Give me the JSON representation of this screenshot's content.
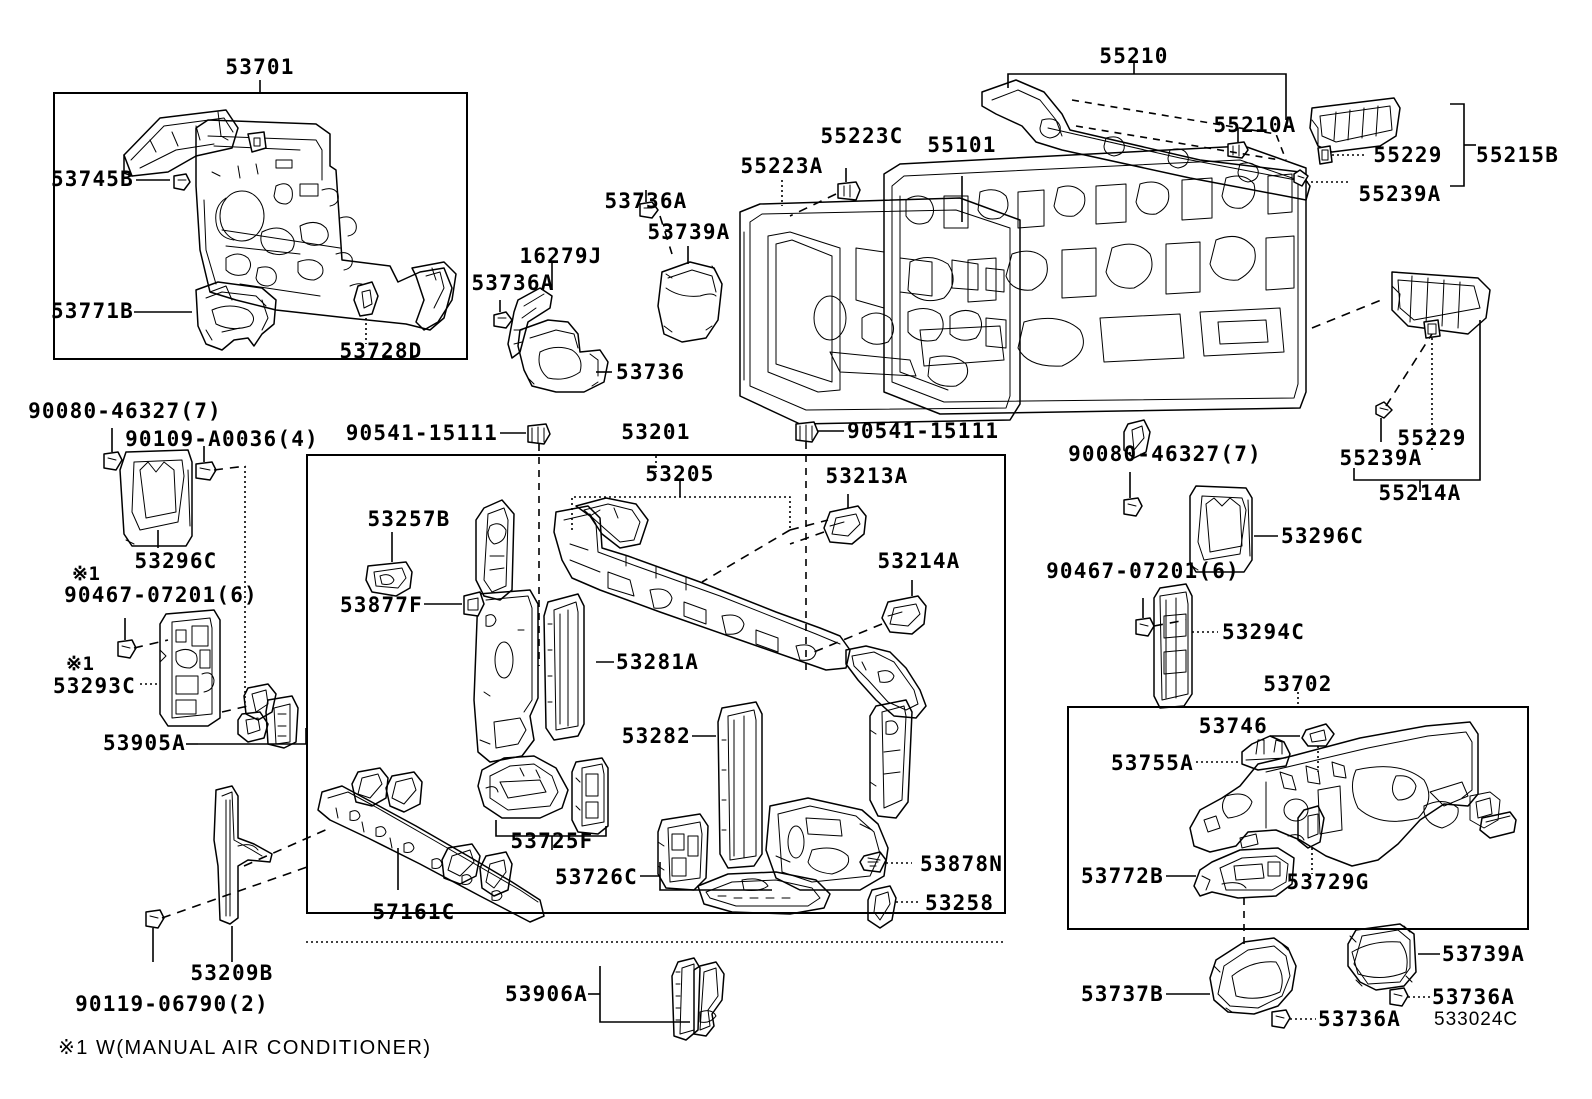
{
  "diagram": {
    "footer_code": "533024C",
    "footnote": "※1 W(MANUAL AIR CONDITIONER)",
    "boxes": {
      "apron_lh": "53701",
      "radiator_support": "53201",
      "apron_rh": "53702"
    },
    "labels": [
      {
        "id": "l01",
        "text": "53701"
      },
      {
        "id": "l02",
        "text": "53745B"
      },
      {
        "id": "l03",
        "text": "53771B"
      },
      {
        "id": "l04",
        "text": "53728D"
      },
      {
        "id": "l05",
        "text": "53736A"
      },
      {
        "id": "l06",
        "text": "16279J"
      },
      {
        "id": "l07",
        "text": "53736A"
      },
      {
        "id": "l08",
        "text": "53739A"
      },
      {
        "id": "l09",
        "text": "53736"
      },
      {
        "id": "l10",
        "text": "55223A"
      },
      {
        "id": "l11",
        "text": "55223C"
      },
      {
        "id": "l12",
        "text": "55101"
      },
      {
        "id": "l13",
        "text": "55210"
      },
      {
        "id": "l14",
        "text": "55210A"
      },
      {
        "id": "l15",
        "text": "55229"
      },
      {
        "id": "l16",
        "text": "55215B"
      },
      {
        "id": "l17",
        "text": "55239A"
      },
      {
        "id": "l18",
        "text": "55229"
      },
      {
        "id": "l19",
        "text": "55239A"
      },
      {
        "id": "l20",
        "text": "55214A"
      },
      {
        "id": "l21",
        "text": "90080-46327(7)"
      },
      {
        "id": "l22",
        "text": "90109-A0036(4)"
      },
      {
        "id": "l23",
        "text": "53296C"
      },
      {
        "id": "l24",
        "text": "※1"
      },
      {
        "id": "l25",
        "text": "90467-07201(6)"
      },
      {
        "id": "l26",
        "text": "※1"
      },
      {
        "id": "l27",
        "text": "53293C"
      },
      {
        "id": "l28",
        "text": "53905A"
      },
      {
        "id": "l29",
        "text": "90541-15111"
      },
      {
        "id": "l30",
        "text": "53201"
      },
      {
        "id": "l31",
        "text": "90541-15111"
      },
      {
        "id": "l32",
        "text": "53205"
      },
      {
        "id": "l33",
        "text": "53213A"
      },
      {
        "id": "l34",
        "text": "53214A"
      },
      {
        "id": "l35",
        "text": "53257B"
      },
      {
        "id": "l36",
        "text": "53877F"
      },
      {
        "id": "l37",
        "text": "53281A"
      },
      {
        "id": "l38",
        "text": "53282"
      },
      {
        "id": "l39",
        "text": "53725F"
      },
      {
        "id": "l40",
        "text": "53726C"
      },
      {
        "id": "l41",
        "text": "57161C"
      },
      {
        "id": "l42",
        "text": "53878N"
      },
      {
        "id": "l43",
        "text": "53258"
      },
      {
        "id": "l44",
        "text": "53906A"
      },
      {
        "id": "l45",
        "text": "53209B"
      },
      {
        "id": "l46",
        "text": "90119-06790(2)"
      },
      {
        "id": "l47",
        "text": "90080-46327(7)"
      },
      {
        "id": "l48",
        "text": "53296C"
      },
      {
        "id": "l49",
        "text": "90467-07201(6)"
      },
      {
        "id": "l50",
        "text": "53294C"
      },
      {
        "id": "l51",
        "text": "53702"
      },
      {
        "id": "l52",
        "text": "53746"
      },
      {
        "id": "l53",
        "text": "53755A"
      },
      {
        "id": "l54",
        "text": "53772B"
      },
      {
        "id": "l55",
        "text": "53729G"
      },
      {
        "id": "l56",
        "text": "53737B"
      },
      {
        "id": "l57",
        "text": "53739A"
      },
      {
        "id": "l58",
        "text": "53736A"
      },
      {
        "id": "l59",
        "text": "53736A"
      }
    ]
  }
}
